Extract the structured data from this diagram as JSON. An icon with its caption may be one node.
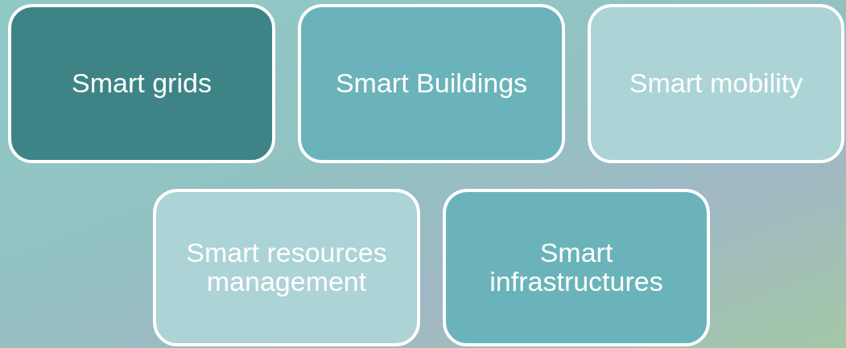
{
  "diagram": {
    "nodes": [
      {
        "text": [
          "Smart grids"
        ]
      },
      {
        "text": [
          "Smart Buildings"
        ]
      },
      {
        "text": [
          "Smart mobility"
        ]
      },
      {
        "text": [
          "Smart resources management"
        ]
      },
      {
        "text": [
          "Smart infrastructures"
        ]
      }
    ]
  }
}
